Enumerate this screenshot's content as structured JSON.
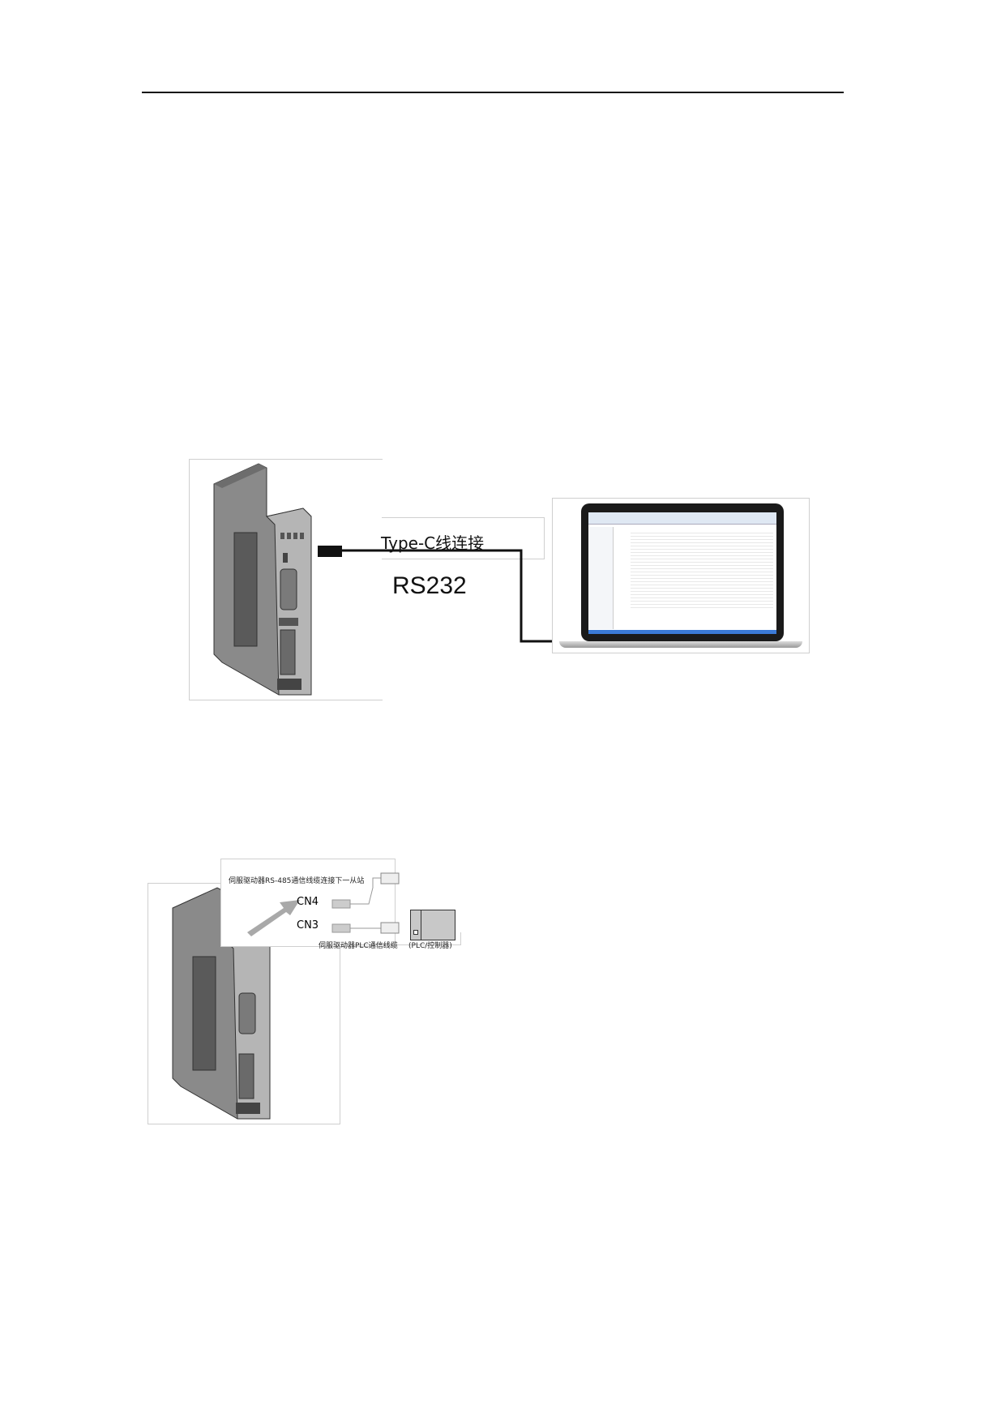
{
  "figure1": {
    "cable_label": "Type-C线连接",
    "protocol_label": "RS232"
  },
  "figure2": {
    "rs485_label": "伺服驱动器RS-485通信线缆连接下一从站",
    "cn4_label": "CN4",
    "cn3_label": "CN3",
    "plc_cable_label": "伺服驱动器PLC通信线缆",
    "plc_label": "(PLC/控制器)"
  }
}
